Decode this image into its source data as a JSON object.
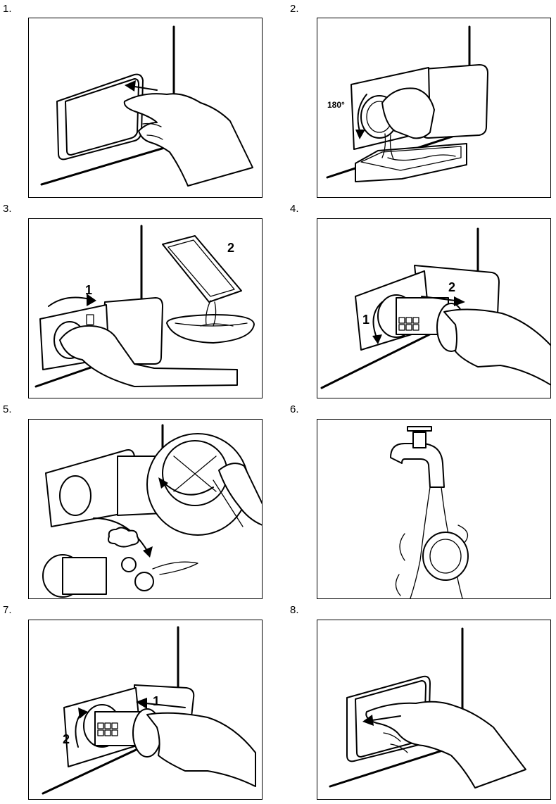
{
  "steps": [
    {
      "number": "1.",
      "labels": []
    },
    {
      "number": "2.",
      "labels": [
        "180°"
      ]
    },
    {
      "number": "3.",
      "labels": [
        "1",
        "2"
      ]
    },
    {
      "number": "4.",
      "labels": [
        "1",
        "2"
      ]
    },
    {
      "number": "5.",
      "labels": []
    },
    {
      "number": "6.",
      "labels": []
    },
    {
      "number": "7.",
      "labels": [
        "1",
        "2"
      ]
    },
    {
      "number": "8.",
      "labels": []
    }
  ]
}
